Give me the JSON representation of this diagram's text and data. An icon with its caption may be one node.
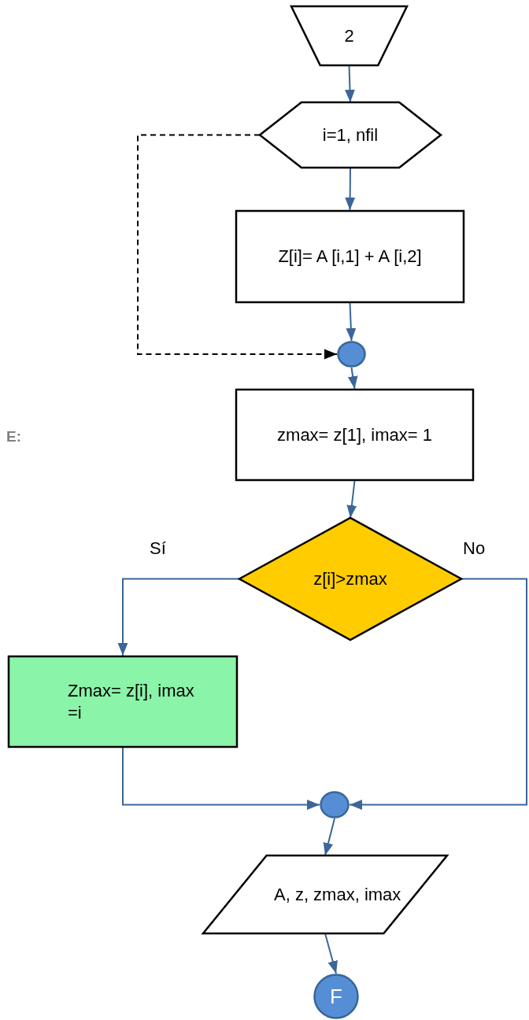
{
  "diagram": {
    "nodes": [
      {
        "text": [
          "2"
        ]
      },
      {
        "text": [
          "i=1, nfil"
        ]
      },
      {
        "text": [
          "Z[i]= A [i,1] + A [i,2]"
        ]
      },
      {
        "text": [],
        "shape": "circle"
      },
      {
        "text": [
          "zmax= z[1], imax= 1"
        ]
      },
      {
        "text": [
          "z[i]>zmax"
        ]
      },
      {
        "text": [
          "Zmax= z[i], imax =i"
        ]
      },
      {
        "text": [],
        "shape": "circle"
      },
      {
        "text": [
          "A, z, zmax, imax"
        ]
      },
      {
        "text": [
          "F"
        ]
      }
    ],
    "edges": [
      {
        "from": 0,
        "to": 1,
        "arrow": "to"
      },
      {
        "from": 1,
        "to": 2,
        "arrow": "to"
      },
      {
        "from": 2,
        "to": 3,
        "arrow": "to"
      },
      {
        "from": 1,
        "to": 3,
        "arrow": "to",
        "style": "dashed",
        "color": "#000000"
      },
      {
        "from": 3,
        "to": 4,
        "arrow": "to"
      },
      {
        "from": 4,
        "to": 5,
        "arrow": "to"
      },
      {
        "from": 5,
        "to": 6,
        "arrow": "to",
        "label": "Sí"
      },
      {
        "from": 5,
        "to": 7,
        "arrow": "to",
        "label": "No"
      },
      {
        "from": 6,
        "to": 7,
        "arrow": "to"
      },
      {
        "from": 7,
        "to": 8,
        "arrow": "to"
      },
      {
        "from": 8,
        "to": 9,
        "arrow": "to"
      }
    ],
    "labels": [
      "E:"
    ]
  }
}
